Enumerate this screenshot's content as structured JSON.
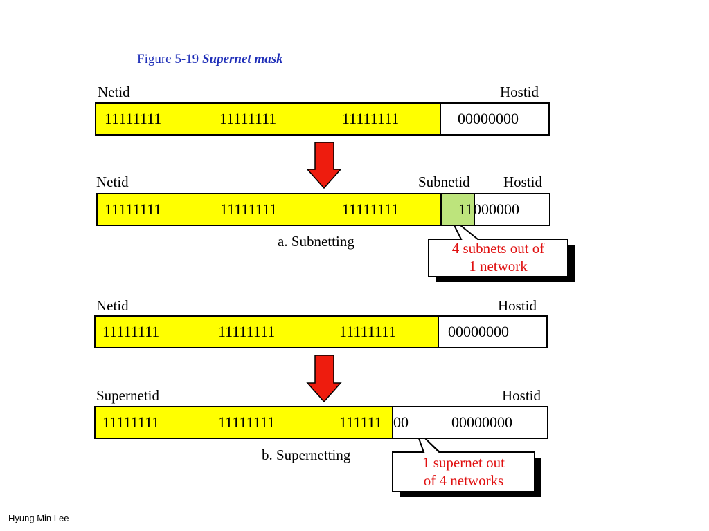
{
  "title": {
    "prefix": "Figure  5-19 ",
    "emphasis": "Supernet mask"
  },
  "diagram": {
    "labels": {
      "netid": "Netid",
      "hostid": "Hostid",
      "subnetid": "Subnetid",
      "supernetid": "Supernetid"
    },
    "mask_24": [
      "11111111",
      "11111111",
      "11111111",
      "00000000"
    ],
    "subnet_mask": {
      "bytes": [
        "11111111",
        "11111111",
        "11111111"
      ],
      "subnet_bits": "11",
      "host_bits": "000000"
    },
    "supernet_mask": {
      "bytes": [
        "11111111",
        "11111111"
      ],
      "third_byte_ones": "111111",
      "third_byte_zeros": "00",
      "fourth_byte": "00000000"
    },
    "captions": {
      "subnetting": "a. Subnetting",
      "supernetting": "b. Supernetting"
    },
    "callouts": {
      "subnet": {
        "line1": "4 subnets out of",
        "line2": "1 network",
        "color": "#e01010"
      },
      "supernet": {
        "line1": "1 supernet out",
        "line2": "of 4 networks",
        "color": "#e01010"
      }
    },
    "colors": {
      "netid": "#ffff00",
      "subnetid": "#bde47c",
      "arrow": "#ee1c0e",
      "title": "#1f2fb8"
    }
  },
  "footer": {
    "author": "Hyung Min Lee"
  }
}
